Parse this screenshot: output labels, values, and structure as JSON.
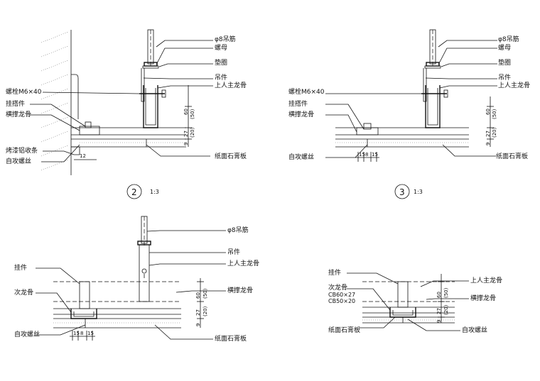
{
  "details": {
    "d2": {
      "number": "2",
      "scale": "1:3",
      "labels": {
        "rod": "φ8吊筋",
        "nut": "螺母",
        "washer": "垫圈",
        "hanger": "吊件",
        "main_keel": "上人主龙骨",
        "bolt": "螺栓M6×40",
        "hook": "挂搭件",
        "cross_keel": "横撑龙骨",
        "edge_strip": "烤漆铝收条",
        "screw": "自攻螺丝",
        "board": "纸面石膏板"
      },
      "dims": {
        "d60": "60",
        "d50": "(50)",
        "d27": "27",
        "d20": "(20)",
        "d9": "9",
        "d12": "12"
      }
    },
    "d3": {
      "number": "3",
      "scale": "1:3",
      "labels": {
        "rod": "φ8吊筋",
        "nut": "螺母",
        "washer": "垫圈",
        "hanger": "吊件",
        "main_keel": "上人主龙骨",
        "bolt": "螺栓M6×40",
        "hook": "挂搭件",
        "cross_keel": "横撑龙骨",
        "screw": "自攻螺丝",
        "board": "纸面石膏板"
      },
      "dims": {
        "d60": "60",
        "d50": "(50)",
        "d27": "27",
        "d20": "(20)",
        "d9": "9",
        "d15a": "15",
        "d8": "8",
        "d15b": "15"
      }
    },
    "d4": {
      "labels": {
        "rod": "φ8吊筋",
        "hanger": "吊件",
        "main_keel": "上人主龙骨",
        "hook_part": "挂件",
        "cross_keel": "横撑龙骨",
        "sec_keel": "次龙骨",
        "screw": "自攻螺丝",
        "board": "纸面石膏板"
      },
      "dims": {
        "d60": "60",
        "d50": "(50)",
        "d27": "27",
        "d20": "(20)",
        "d9": "9",
        "d15a": "15",
        "d8": "8",
        "d15b": "15"
      }
    },
    "d5": {
      "labels": {
        "hook_part": "挂件",
        "main_keel": "上人主龙骨",
        "sec_keel": "次龙骨",
        "spec1": "CB60×27",
        "spec2": "CB50×20",
        "cross_keel": "横撑龙骨",
        "board": "纸面石膏板",
        "screw": "自攻螺丝"
      },
      "dims": {
        "d60": "60",
        "d50": "(50)",
        "d27": "27",
        "d20": "(20)",
        "d9": "9"
      }
    }
  }
}
